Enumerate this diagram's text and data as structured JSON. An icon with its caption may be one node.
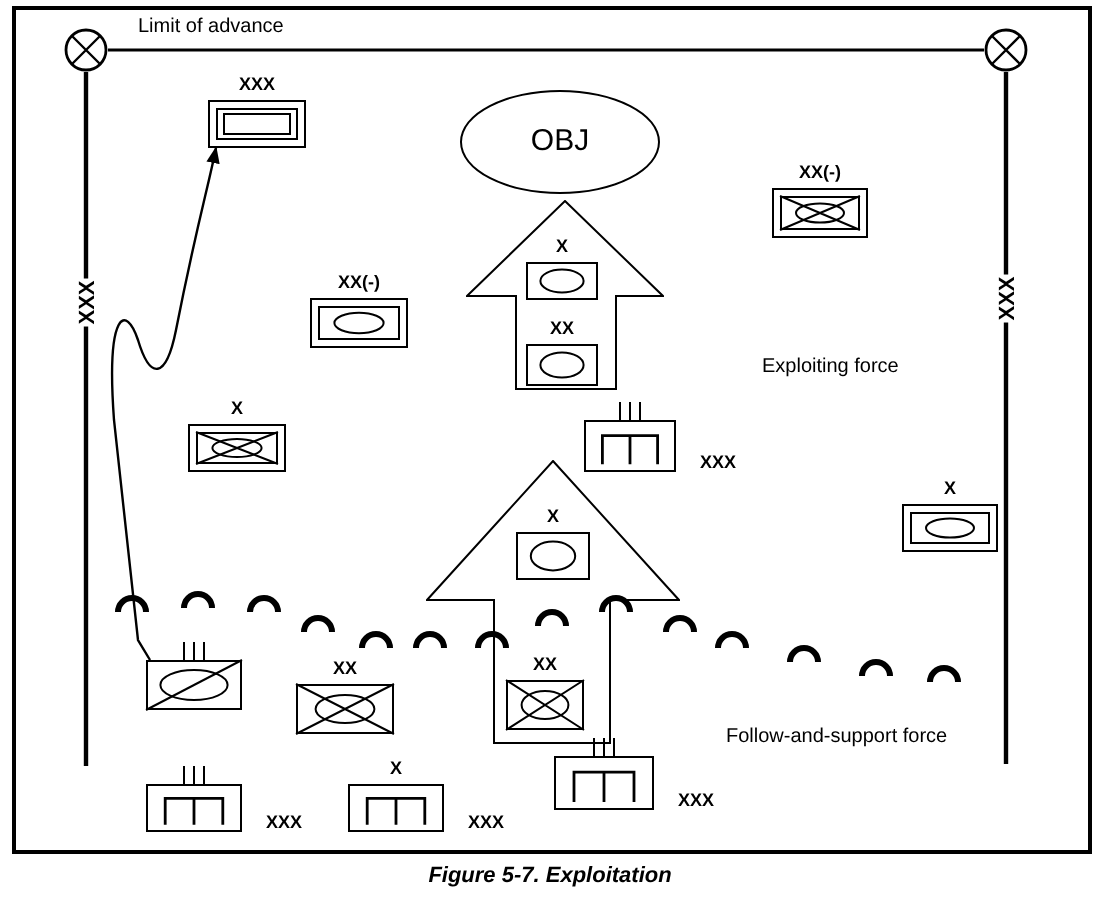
{
  "diagram": {
    "caption": "Figure 5-7. Exploitation",
    "nodes": [
      {
        "text": [
          "XXX"
        ]
      },
      {
        "text": [
          "OBJ"
        ]
      },
      {
        "text": [],
        "shape": "arrow"
      },
      {
        "text": [
          "X"
        ],
        "in": 2
      },
      {
        "text": [
          "XX"
        ],
        "in": 2
      },
      {
        "text": [
          "XX(-)"
        ]
      },
      {
        "text": [
          "XX(-)"
        ]
      },
      {
        "text": [
          "XXX"
        ]
      },
      {
        "text": [
          "X"
        ]
      },
      {
        "text": [
          "X"
        ]
      },
      {
        "text": [],
        "shape": "arrow"
      },
      {
        "text": [
          "X"
        ],
        "in": 10
      },
      {
        "text": [
          "XX"
        ],
        "in": 10
      },
      {
        "text": [],
        "shape": "box"
      },
      {
        "text": [
          "XX"
        ]
      },
      {
        "text": [
          "XXX"
        ]
      },
      {
        "text": [
          "X",
          "XXX"
        ]
      },
      {
        "text": [
          "XXX"
        ]
      },
      {
        "text": [],
        "shape": "circle"
      },
      {
        "text": [],
        "shape": "circle"
      }
    ],
    "edges": [
      {
        "from": 13,
        "to": 0,
        "arrow": "to"
      },
      {
        "from": 18,
        "to": 19,
        "arrow": "none",
        "label": "Limit of advance"
      },
      {
        "from": 18,
        "to": null,
        "arrow": "none",
        "label": "XXX"
      },
      {
        "from": 19,
        "to": null,
        "arrow": "none",
        "label": "XXX"
      }
    ],
    "labels": [
      "Exploiting force",
      "Follow-and-support force"
    ]
  }
}
